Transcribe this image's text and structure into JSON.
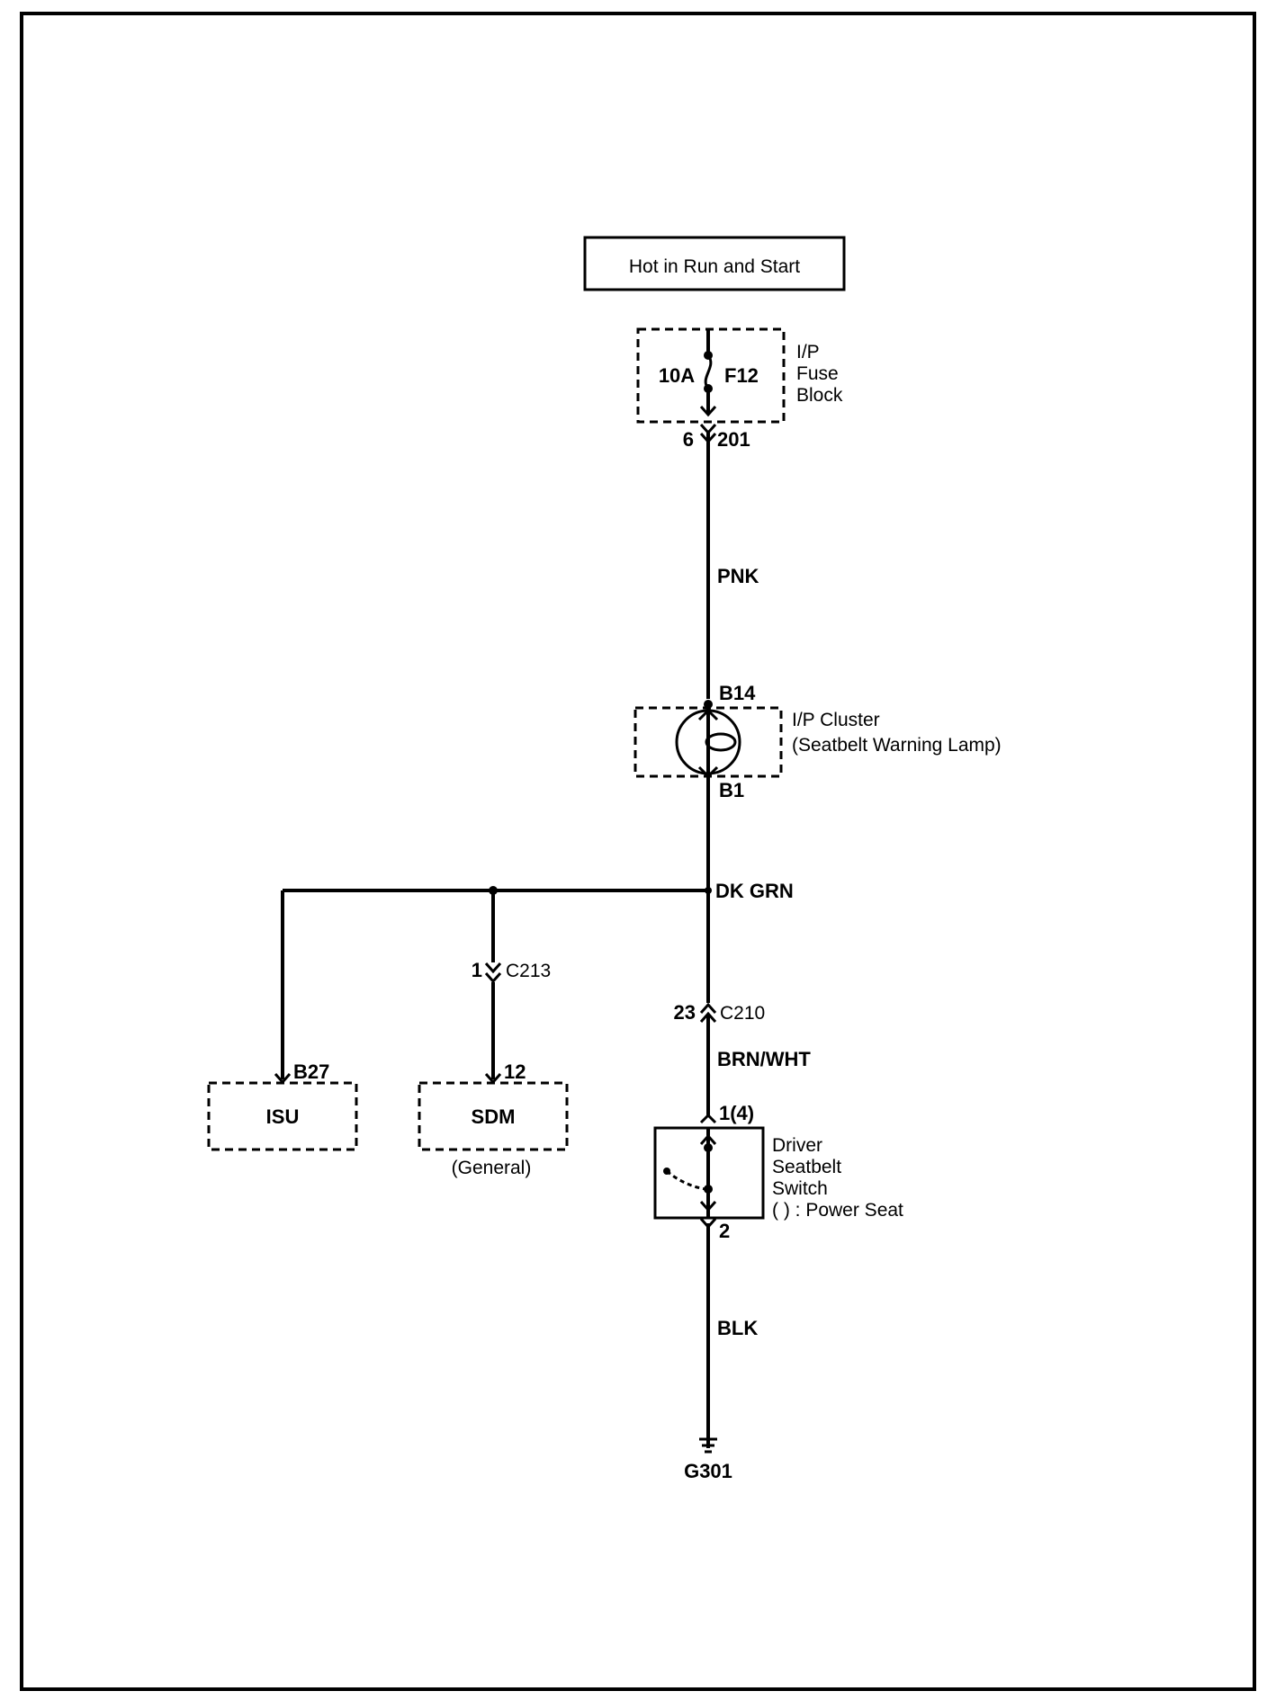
{
  "power_source": "Hot in Run and Start",
  "fuse": {
    "rating": "10A",
    "name": "F12",
    "block_lines": [
      "I/P",
      "Fuse",
      "Block"
    ],
    "pin": "6",
    "connector": "201"
  },
  "wires": {
    "pnk": "PNK",
    "dk_grn": "DK GRN",
    "brn_wht": "BRN/WHT",
    "blk": "BLK"
  },
  "cluster": {
    "pin_top": "B14",
    "pin_bottom": "B1",
    "label_line1": "I/P Cluster",
    "label_line2": "(Seatbelt Warning Lamp)"
  },
  "connectors": {
    "c213_pin": "1",
    "c213_name": "C213",
    "c210_pin": "23",
    "c210_name": "C210"
  },
  "isu": {
    "pin": "B27",
    "label": "ISU"
  },
  "sdm": {
    "pin": "12",
    "label": "SDM",
    "note": "(General)"
  },
  "seat_switch": {
    "pin_top": "1(4)",
    "pin_bottom": "2",
    "label_lines": [
      "Driver",
      "Seatbelt",
      "Switch",
      "( ) : Power Seat"
    ]
  },
  "ground": "G301"
}
